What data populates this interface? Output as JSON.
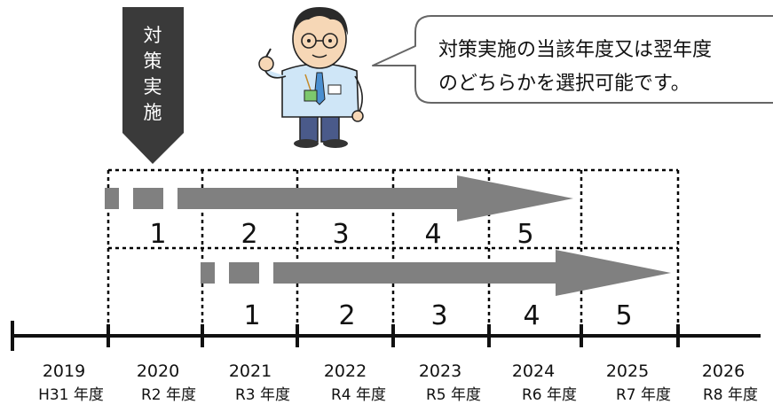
{
  "implementation_marker": {
    "label_chars": [
      "対",
      "策",
      "実",
      "施"
    ]
  },
  "speech_bubble": {
    "line1": "対策実施の当該年度又は翌年度",
    "line2": "のどちらかを選択可能です。"
  },
  "timeline": {
    "years": [
      {
        "year": "2019",
        "era": "H31 年度"
      },
      {
        "year": "2020",
        "era": "R2 年度"
      },
      {
        "year": "2021",
        "era": "R3 年度"
      },
      {
        "year": "2022",
        "era": "R4 年度"
      },
      {
        "year": "2023",
        "era": "R5 年度"
      },
      {
        "year": "2024",
        "era": "R6 年度"
      },
      {
        "year": "2025",
        "era": "R7 年度"
      },
      {
        "year": "2026",
        "era": "R8 年度"
      }
    ]
  },
  "option1": {
    "numbers": [
      "1",
      "2",
      "3",
      "4",
      "5"
    ]
  },
  "option2": {
    "numbers": [
      "1",
      "2",
      "3",
      "4",
      "5"
    ]
  },
  "colors": {
    "arrow": "#808080",
    "marker": "#3a3a3a",
    "line": "#111111"
  }
}
